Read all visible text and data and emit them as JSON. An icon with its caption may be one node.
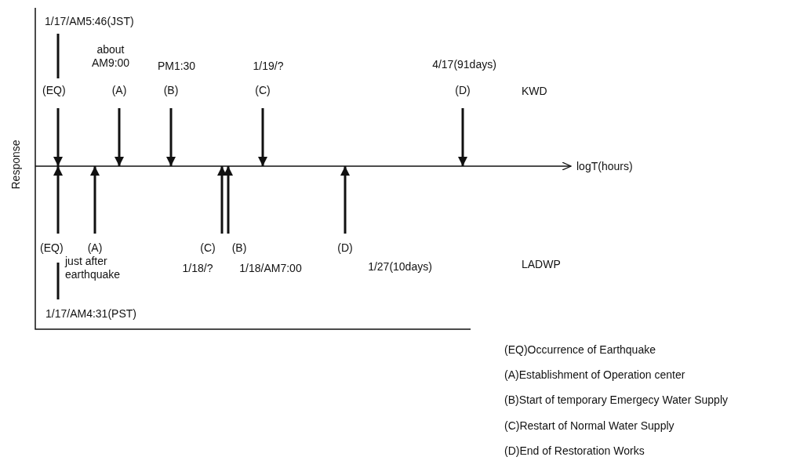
{
  "diagram": {
    "labels": [
      "1/17/AM5:46(JST)",
      "about AM9:00",
      "PM1:30",
      "1/19/?",
      "4/17(91days)",
      "(EQ)",
      "(A)",
      "(B)",
      "(C)",
      "(D)",
      "KWD",
      "Response",
      "logT(hours)",
      "(EQ)",
      "(A)",
      "(C)",
      "(B)",
      "(D)",
      "just after earthquake",
      "1/18/?",
      "1/18/AM7:00",
      "1/27(10days)",
      "LADWP",
      "1/17/AM4:31(PST)",
      "(EQ)Occurrence of Earthquake",
      "(A)Establishment of Operation center",
      "(B)Start of temporary Emergecy Water Supply",
      "(C)Restart of Normal Water Supply",
      "(D)End of Restoration Works"
    ]
  }
}
